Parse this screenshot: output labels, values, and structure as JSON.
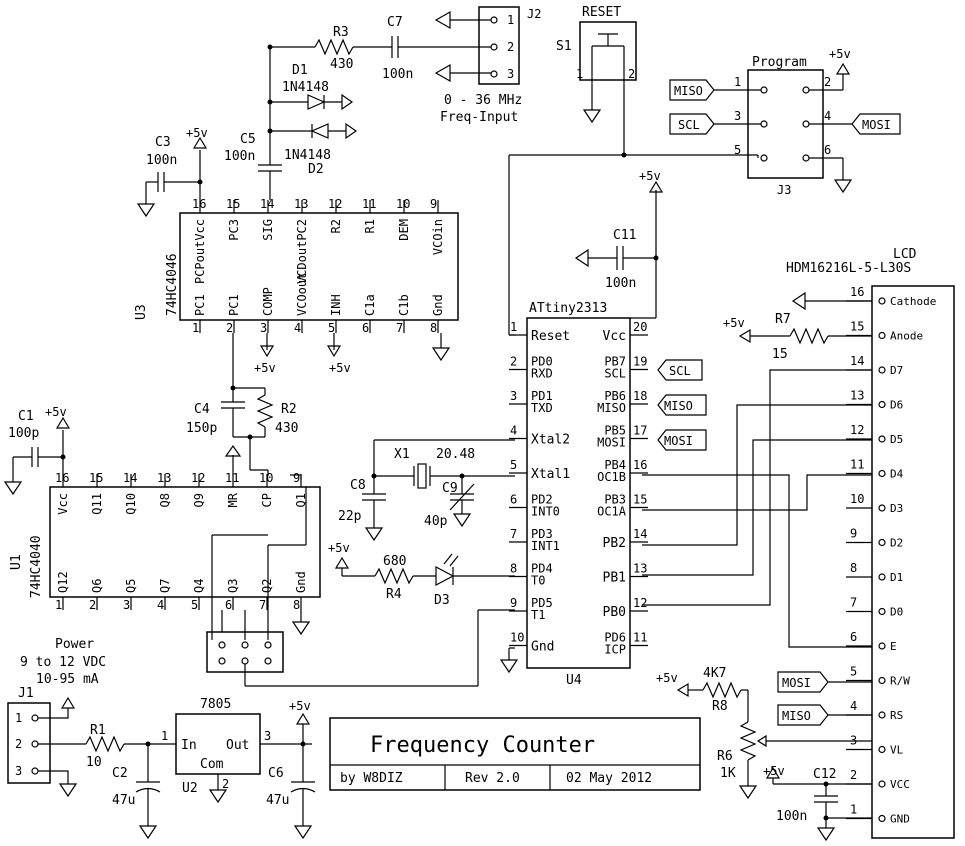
{
  "title_block": {
    "title": "Frequency Counter",
    "author": "by W8DIZ",
    "rev": "Rev 2.0",
    "date": "02 May 2012"
  },
  "u4": {
    "name": "ATtiny2313",
    "ref": "U4",
    "left_pins": [
      {
        "n": "1",
        "label": "Reset",
        "sub": ""
      },
      {
        "n": "2",
        "label": "PD0",
        "sub": "RXD"
      },
      {
        "n": "3",
        "label": "PD1",
        "sub": "TXD"
      },
      {
        "n": "4",
        "label": "Xtal2",
        "sub": ""
      },
      {
        "n": "5",
        "label": "Xtal1",
        "sub": ""
      },
      {
        "n": "6",
        "label": "PD2",
        "sub": "INT0"
      },
      {
        "n": "7",
        "label": "PD3",
        "sub": "INT1"
      },
      {
        "n": "8",
        "label": "PD4",
        "sub": "T0"
      },
      {
        "n": "9",
        "label": "PD5",
        "sub": "T1"
      },
      {
        "n": "10",
        "label": "Gnd",
        "sub": ""
      }
    ],
    "right_pins": [
      {
        "n": "20",
        "label": "Vcc",
        "sub": ""
      },
      {
        "n": "19",
        "label": "PB7",
        "sub": "SCL"
      },
      {
        "n": "18",
        "label": "PB6",
        "sub": "MISO"
      },
      {
        "n": "17",
        "label": "PB5",
        "sub": "MOSI"
      },
      {
        "n": "16",
        "label": "PB4",
        "sub": "OC1B"
      },
      {
        "n": "15",
        "label": "PB3",
        "sub": "OC1A"
      },
      {
        "n": "14",
        "label": "PB2",
        "sub": ""
      },
      {
        "n": "13",
        "label": "PB1",
        "sub": ""
      },
      {
        "n": "12",
        "label": "PB0",
        "sub": ""
      },
      {
        "n": "11",
        "label": "PD6",
        "sub": "ICP"
      }
    ]
  },
  "u3": {
    "ref": "U3",
    "name": "74HC4046",
    "top_pins": [
      {
        "n": "16",
        "label": "PCPoutVcc"
      },
      {
        "n": "15",
        "label": "PC3"
      },
      {
        "n": "14",
        "label": "SIG"
      },
      {
        "n": "13",
        "label": "VCDoutPC2"
      },
      {
        "n": "12",
        "label": "R2"
      },
      {
        "n": "11",
        "label": "R1"
      },
      {
        "n": "10",
        "label": "DEM"
      },
      {
        "n": "9",
        "label": "VCOin"
      }
    ],
    "bottom_pins": [
      {
        "n": "1",
        "label": "PC1"
      },
      {
        "n": "2",
        "label": "PC1"
      },
      {
        "n": "3",
        "label": "COMP"
      },
      {
        "n": "4",
        "label": "VCOout"
      },
      {
        "n": "5",
        "label": "INH"
      },
      {
        "n": "6",
        "label": "C1a"
      },
      {
        "n": "7",
        "label": "C1b"
      },
      {
        "n": "8",
        "label": "Gnd"
      }
    ]
  },
  "u1": {
    "ref": "U1",
    "name": "74HC4040",
    "top_pins": [
      {
        "n": "16",
        "label": "Vcc"
      },
      {
        "n": "15",
        "label": "Q11"
      },
      {
        "n": "14",
        "label": "Q10"
      },
      {
        "n": "13",
        "label": "Q8"
      },
      {
        "n": "12",
        "label": "Q9"
      },
      {
        "n": "11",
        "label": "MR"
      },
      {
        "n": "10",
        "label": "CP"
      },
      {
        "n": "9",
        "label": "Q1"
      }
    ],
    "bottom_pins": [
      {
        "n": "1",
        "label": "Q12"
      },
      {
        "n": "2",
        "label": "Q6"
      },
      {
        "n": "3",
        "label": "Q5"
      },
      {
        "n": "4",
        "label": "Q7"
      },
      {
        "n": "5",
        "label": "Q4"
      },
      {
        "n": "6",
        "label": "Q3"
      },
      {
        "n": "7",
        "label": "Q2"
      },
      {
        "n": "8",
        "label": "Gnd"
      }
    ]
  },
  "lcd": {
    "title": "LCD",
    "model": "HDM16216L-5-L30S",
    "pins": [
      {
        "n": "16",
        "label": "Cathode"
      },
      {
        "n": "15",
        "label": "Anode"
      },
      {
        "n": "14",
        "label": "D7"
      },
      {
        "n": "13",
        "label": "D6"
      },
      {
        "n": "12",
        "label": "D5"
      },
      {
        "n": "11",
        "label": "D4"
      },
      {
        "n": "10",
        "label": "D3"
      },
      {
        "n": "9",
        "label": "D2"
      },
      {
        "n": "8",
        "label": "D1"
      },
      {
        "n": "7",
        "label": "D0"
      },
      {
        "n": "6",
        "label": "E"
      },
      {
        "n": "5",
        "label": "R/W"
      },
      {
        "n": "4",
        "label": "RS"
      },
      {
        "n": "3",
        "label": "VL"
      },
      {
        "n": "2",
        "label": "VCC"
      },
      {
        "n": "1",
        "label": "GND"
      }
    ]
  },
  "signals": {
    "scl": "SCL",
    "miso": "MISO",
    "mosi": "MOSI",
    "v5": "+5v"
  },
  "j2": {
    "ref": "J2",
    "pins": [
      "1",
      "2",
      "3"
    ],
    "desc1": "0 - 36 MHz",
    "desc2": "Freq-Input"
  },
  "s1": {
    "ref": "S1",
    "title": "RESET",
    "pin1": "1",
    "pin2": "2"
  },
  "j3": {
    "ref": "J3",
    "title": "Program",
    "pins": [
      "1",
      "2",
      "3",
      "4",
      "5",
      "6"
    ]
  },
  "j1": {
    "ref": "J1",
    "pins": [
      "1",
      "2",
      "3"
    ]
  },
  "power": {
    "l1": "Power",
    "l2": "9 to 12 VDC",
    "l3": "10-95 mA"
  },
  "u2": {
    "ref": "U2",
    "name": "7805",
    "in": "In",
    "out": "Out",
    "com": "Com",
    "pin1": "1",
    "pin2": "2",
    "pin3": "3"
  },
  "parts": {
    "r1": {
      "ref": "R1",
      "val": "10"
    },
    "r2": {
      "ref": "R2",
      "val": "430"
    },
    "r3": {
      "ref": "R3",
      "val": "430"
    },
    "r4": {
      "ref": "R4",
      "val": "680"
    },
    "r6": {
      "ref": "R6",
      "val": "1K"
    },
    "r7": {
      "ref": "R7",
      "val": "15"
    },
    "r8": {
      "ref": "R8",
      "val": "4K7"
    },
    "c1": {
      "ref": "C1",
      "val": "100p"
    },
    "c2": {
      "ref": "C2",
      "val": "47u"
    },
    "c3": {
      "ref": "C3",
      "val": "100n"
    },
    "c4": {
      "ref": "C4",
      "val": "150p"
    },
    "c5": {
      "ref": "C5",
      "val": "100n"
    },
    "c6": {
      "ref": "C6",
      "val": "47u"
    },
    "c7": {
      "ref": "C7",
      "val": "100n"
    },
    "c8": {
      "ref": "C8",
      "val": "22p"
    },
    "c9": {
      "ref": "C9",
      "val": "40p"
    },
    "c11": {
      "ref": "C11",
      "val": "100n"
    },
    "c12": {
      "ref": "C12",
      "val": "100n"
    },
    "d1": {
      "ref": "D1",
      "val": "1N4148"
    },
    "d2": {
      "ref": "D2",
      "val": "1N4148"
    },
    "d3": {
      "ref": "D3"
    },
    "x1": {
      "ref": "X1",
      "val": "20.48"
    }
  }
}
